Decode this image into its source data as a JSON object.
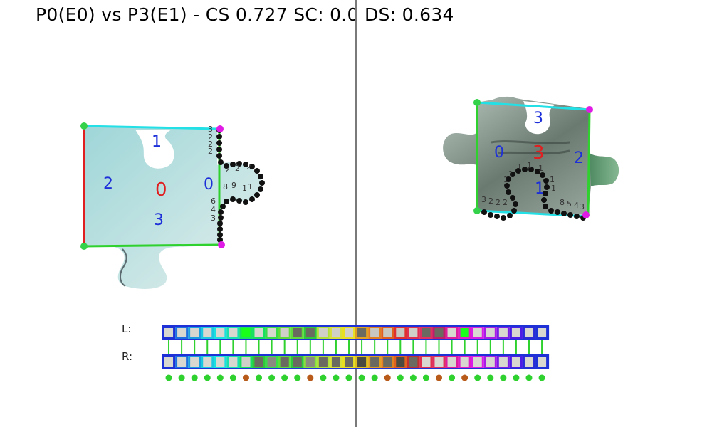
{
  "title": "P0(E0) vs P3(E1) - CS 0.727 SC: 0.0 DS: 0.634",
  "left_piece": {
    "edge_labels": [
      "0",
      "1",
      "2",
      "3"
    ],
    "center_label": "0",
    "corner_color": "#34d24a",
    "tip_color": "#e01be6"
  },
  "right_piece": {
    "edge_labels": [
      "0",
      "1",
      "2",
      "3"
    ],
    "center_label": "3",
    "corner_color": "#34d24a",
    "tip_color": "#e01be6"
  },
  "strips": {
    "left_label": "L:",
    "right_label": "R:",
    "left_fills": [
      "#d8d8d0",
      "#d8d8d0",
      "#d8d8d0",
      "#d8d8d0",
      "#d8d8d0",
      "#d8d8d0",
      "#1aff1a",
      "#d8d8d0",
      "#d8d8d0",
      "#d0d0c8",
      "#6a6a60",
      "#6a6a60",
      "#d0d0c8",
      "#d0d0c8",
      "#d0d0c8",
      "#6a6a60",
      "#c8c8c0",
      "#c8c8c0",
      "#c8c8c0",
      "#d0d0c8",
      "#6a6a60",
      "#6a6a60",
      "#d8d8d0",
      "#1aff1a",
      "#d8d8d0",
      "#d8d8d0",
      "#d8d8d0",
      "#d8d8d0",
      "#d8d8d0",
      "#d8d8d0"
    ],
    "left_borders": [
      "#1d31d6",
      "#1d6fe0",
      "#1a9ee0",
      "#1ac8e0",
      "#1ae0e0",
      "#1ae0b0",
      "#1ae060",
      "#1ae060",
      "#3adc4a",
      "#60dc3a",
      "#60dc3a",
      "#2ec83a",
      "#b0e03a",
      "#d8e03a",
      "#e8e020",
      "#e0a020",
      "#e08020",
      "#e06020",
      "#e03030",
      "#e03050",
      "#e03060",
      "#c01c6a",
      "#e01c9e",
      "#e01cc8",
      "#d81ce6",
      "#a81ce6",
      "#7a1ce6",
      "#4a1ce6",
      "#2a2ad6",
      "#1d31d6"
    ],
    "right_fills": [
      "#d8d8d0",
      "#d8d8d0",
      "#d8d8d0",
      "#d8d8d0",
      "#d8d8d0",
      "#d8d8d0",
      "#d0d0c8",
      "#6a6a60",
      "#8a8a80",
      "#6a6a60",
      "#6a6a60",
      "#8a8a80",
      "#6a6a60",
      "#6a6a60",
      "#6a6a60",
      "#4a4a40",
      "#6a6a60",
      "#6a6a60",
      "#4a4a40",
      "#6a6a60",
      "#d8d8d0",
      "#d8d8d0",
      "#d8d8d0",
      "#d8d8d0",
      "#d8d8d0",
      "#d8d8d0",
      "#d8d8d0",
      "#d8d8d0",
      "#d8d8d0",
      "#d8d8d0"
    ],
    "right_borders": [
      "#1d31d6",
      "#1d6fe0",
      "#1a9ee0",
      "#1ac8e0",
      "#1ae0e0",
      "#1ae0b0",
      "#1ae060",
      "#2ec83a",
      "#3adc4a",
      "#60dc3a",
      "#2ec83a",
      "#8ae03a",
      "#b0e03a",
      "#d8e03a",
      "#e8e020",
      "#e0c020",
      "#e0a020",
      "#e08020",
      "#e06020",
      "#c03030",
      "#e03050",
      "#e03060",
      "#e01c9e",
      "#e01cc8",
      "#d81ce6",
      "#a81ce6",
      "#7a1ce6",
      "#4a1ce6",
      "#2a2ad6",
      "#1d31d6"
    ],
    "dot_colors": [
      "#2ed12e",
      "#2ed12e",
      "#2ed12e",
      "#2ed12e",
      "#2ed12e",
      "#2ed12e",
      "#b85a1a",
      "#2ed12e",
      "#2ed12e",
      "#2ed12e",
      "#2ed12e",
      "#b85a1a",
      "#2ed12e",
      "#2ed12e",
      "#2ed12e",
      "#2ed12e",
      "#2ed12e",
      "#b85a1a",
      "#2ed12e",
      "#2ed12e",
      "#2ed12e",
      "#b85a1a",
      "#2ed12e",
      "#b85a1a",
      "#2ed12e",
      "#2ed12e",
      "#2ed12e",
      "#2ed12e",
      "#2ed12e",
      "#2ed12e"
    ],
    "connector_color": "#2ed12e",
    "frame_color": "#1d31d6"
  },
  "colors": {
    "edge_label_blue": "#1c2fd9",
    "center_label_red": "#e02020",
    "edge_red": "#e02020",
    "edge_green": "#2ed12e",
    "edge_cyan": "#22e0e6",
    "outline_black": "#111111"
  }
}
